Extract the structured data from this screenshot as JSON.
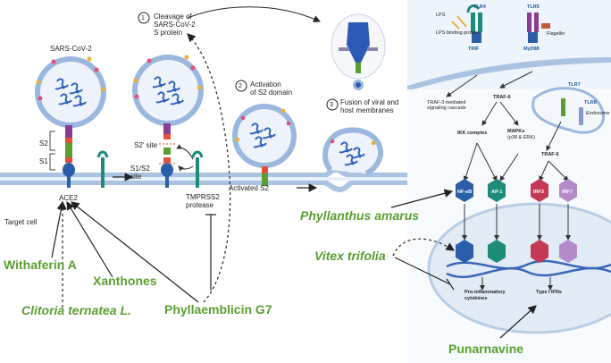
{
  "left": {
    "virus_label": "SARS-CoV-2",
    "s2_label": "S2",
    "s1_label": "S1",
    "ace2_label": "ACE2",
    "target_cell_label": "Target cell",
    "s2_prime_site": "S2' site",
    "s1s2_line1": "S1/S2",
    "s1s2_line2": "site",
    "tmprss2_line1": "TMPRSS2",
    "tmprss2_line2": "protease",
    "activated_s2": "Activated S2"
  },
  "steps": [
    {
      "number": "1",
      "line1": "Cleavage of",
      "line2": "SARS-CoV-2",
      "line3": "S protein"
    },
    {
      "number": "2",
      "line1": "Activation",
      "line2": "of S2 domain"
    },
    {
      "number": "3",
      "line1": "Fusion of viral and",
      "line2": "host membranes"
    }
  ],
  "compounds": [
    "Withaferin A",
    "Xanthones",
    "Clitoria ternatea L.",
    "Phyllaemblicin G7",
    "Phyllanthus amarus",
    "Vitex trifolia",
    "Punarnavine"
  ],
  "right": {
    "lps": "LPS",
    "lps_binding_protein": "LPS binding protein",
    "tlr4": "TLR4",
    "tlr5": "TLR5",
    "flagellin": "Flagellin",
    "trif": "TRIF",
    "myd88": "MyD88",
    "tlr7": "TLR7",
    "tlr8": "TLR8",
    "endosome": "Endosome",
    "traf3_line1": "TRAF-3 mediated",
    "traf3_line2": "signaling cascade",
    "traf6": "TRAF-6",
    "ikk_complex": "IKK complex",
    "mapks_line1": "MAPKs",
    "mapks_line2": "(p38 & ERK)",
    "nfkb": "NF-κB",
    "ap1": "AP-1",
    "irf3": "IRF3",
    "irf7": "IRF7",
    "proinflam_line1": "Pro-inflammatory",
    "proinflam_line2": "cytokines",
    "type_i_ifns": "Type I IFNs"
  },
  "colors": {
    "compound_green": "#5a9e2f",
    "membrane_blue": "#a9c4e3",
    "receptor_blue": "#2b5ea8"
  }
}
